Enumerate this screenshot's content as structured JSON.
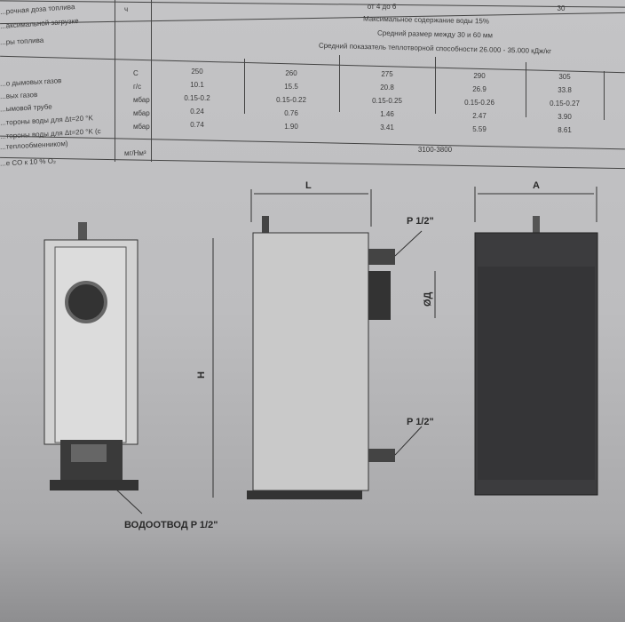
{
  "table": {
    "top_row": {
      "value": "от 4 до 6",
      "value2": "30"
    },
    "row_labels": [
      "...рочная доза топлива",
      "...аксимальной загрузке",
      "...ры топлива",
      "...о дымовых газов",
      "...вых газов",
      "...ымовой трубе",
      "...тороны воды для Δt=20 °K",
      "...тороны воды для Δt=20 °K (с",
      "...теплообменником)",
      "...е CO к 10 % O₂"
    ],
    "unit_hours": "ч",
    "notes": [
      "Максимальное содержание воды 15%",
      "Средний размер между 30 и 60 мм",
      "Средний показатель теплотворной способности 26.000 - 35.000 кДж/кг"
    ],
    "rows": [
      {
        "unit": "С",
        "values": [
          "250",
          "260",
          "275",
          "290",
          "305"
        ]
      },
      {
        "unit": "г/с",
        "values": [
          "10.1",
          "15.5",
          "20.8",
          "26.9",
          "33.8"
        ]
      },
      {
        "unit": "мбар",
        "values": [
          "0.15-0.2",
          "0.15-0.22",
          "0.15-0.25",
          "0.15-0.26",
          "0.15-0.27"
        ]
      },
      {
        "unit": "мбар",
        "values": [
          "0.24",
          "0.76",
          "1.46",
          "2.47",
          "3.90"
        ]
      },
      {
        "unit": "мбар",
        "values": [
          "0.74",
          "1.90",
          "3.41",
          "5.59",
          "8.61"
        ]
      }
    ],
    "co_row": {
      "unit": "мг/Нм³",
      "value": "3100-3800"
    }
  },
  "drawing": {
    "L": "L",
    "A": "A",
    "H": "H",
    "p_top": "P 1/2\"",
    "p_bottom": "P 1/2\"",
    "diameter": "ØД",
    "drain": "ВОДООТВОД P 1/2\""
  }
}
